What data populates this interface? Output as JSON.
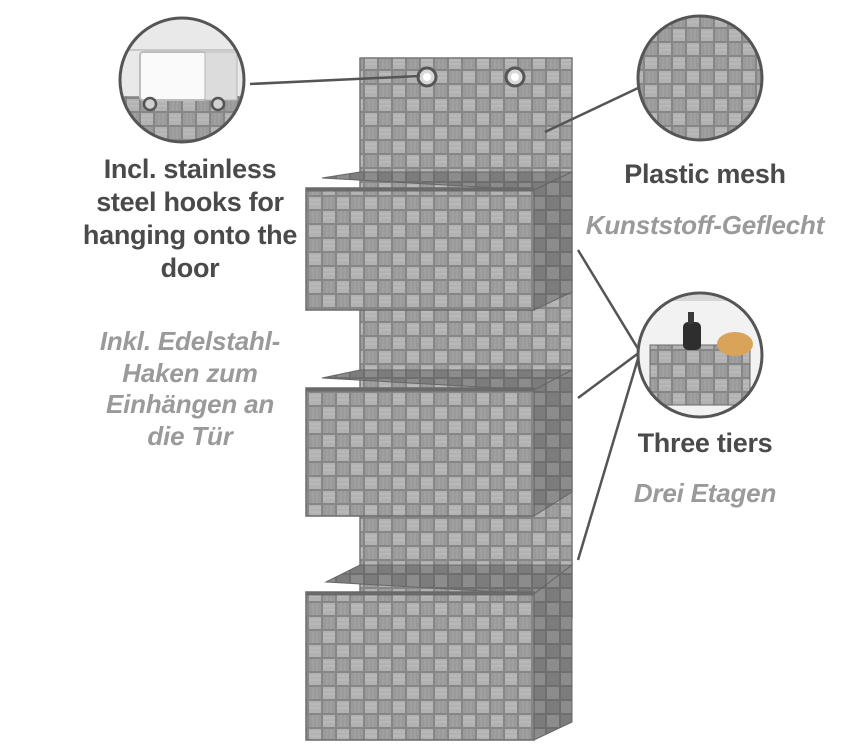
{
  "hooks": {
    "english_lines": [
      "Incl. stainless",
      "steel hooks for",
      "hanging onto the",
      "door"
    ],
    "german_lines": [
      "Inkl. Edelstahl-",
      "Haken zum",
      "Einhängen an",
      "die Tür"
    ]
  },
  "mesh": {
    "english": "Plastic mesh",
    "german": "Kunststoff-Geflecht"
  },
  "tiers": {
    "english": "Three tiers",
    "german": "Drei Etagen"
  },
  "colors": {
    "english_text": "#4a4a4a",
    "german_text": "#9a9a9a",
    "basket": "#8e8e8e",
    "weave_light": "#b4b4b4",
    "weave_dark": "#7a7a7a"
  }
}
